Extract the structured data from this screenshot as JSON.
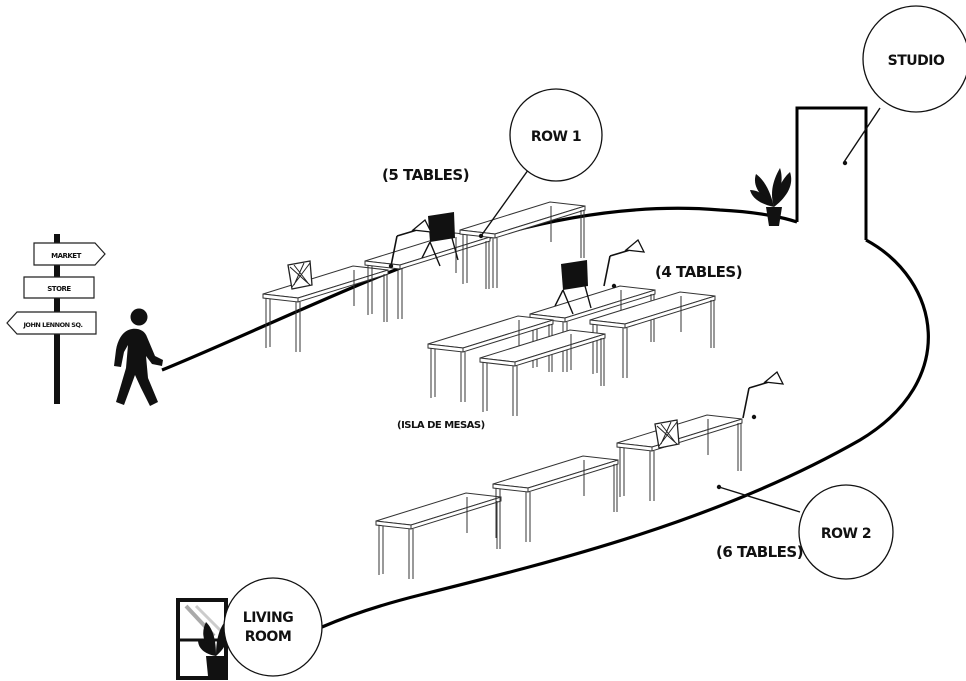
{
  "signpost": {
    "market": "MARKET",
    "store": "STORE",
    "john_lennon": "JOHN LENNON SQ."
  },
  "bubbles": {
    "row1": "ROW 1",
    "studio": "STUDIO",
    "row2": "ROW 2",
    "living_line1": "LIVING",
    "living_line2": "ROOM"
  },
  "captions": {
    "row1_count": "(5 TABLES)",
    "island_count": "(4 TABLES)",
    "island_name": "(ISLA DE MESAS)",
    "row2_count": "(6 TABLES)"
  }
}
